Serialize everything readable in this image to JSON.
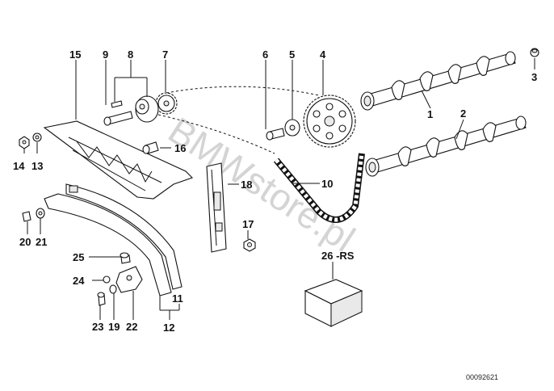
{
  "watermark": "BMWstore.pl",
  "document_number": "00092621",
  "callouts": {
    "c1": "1",
    "c2": "2",
    "c3": "3",
    "c4": "4",
    "c5": "5",
    "c6": "6",
    "c7": "7",
    "c8": "8",
    "c9": "9",
    "c10": "10",
    "c11": "11",
    "c12": "12",
    "c13": "13",
    "c14": "14",
    "c15": "15",
    "c16": "16",
    "c17": "17",
    "c18": "18",
    "c19": "19",
    "c20": "20",
    "c21": "21",
    "c22": "22",
    "c23": "23",
    "c24": "24",
    "c25": "25",
    "c26": "26 -RS"
  }
}
